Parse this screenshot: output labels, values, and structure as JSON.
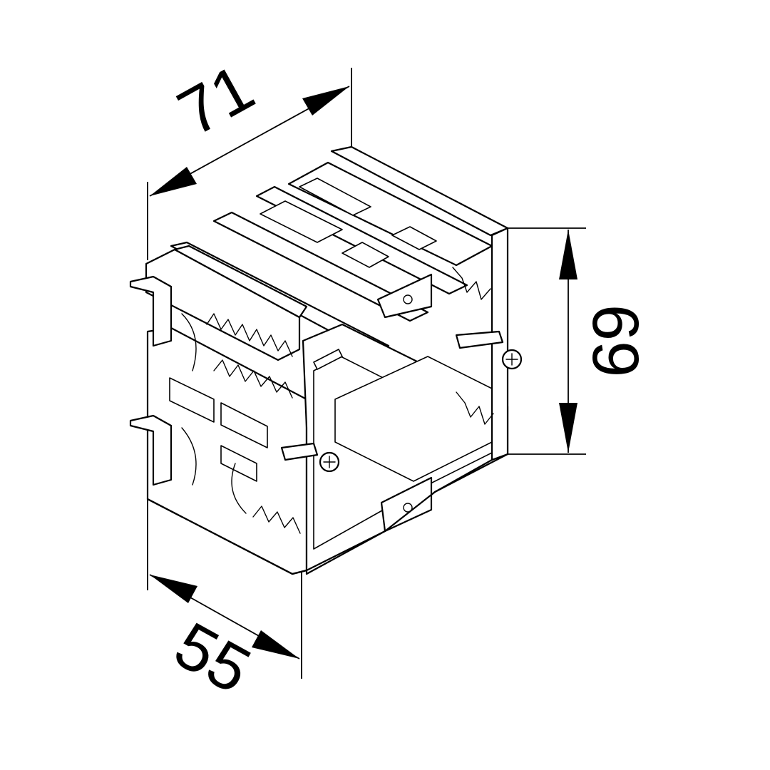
{
  "dimensions": {
    "width": "71",
    "height": "69",
    "depth": "55"
  }
}
